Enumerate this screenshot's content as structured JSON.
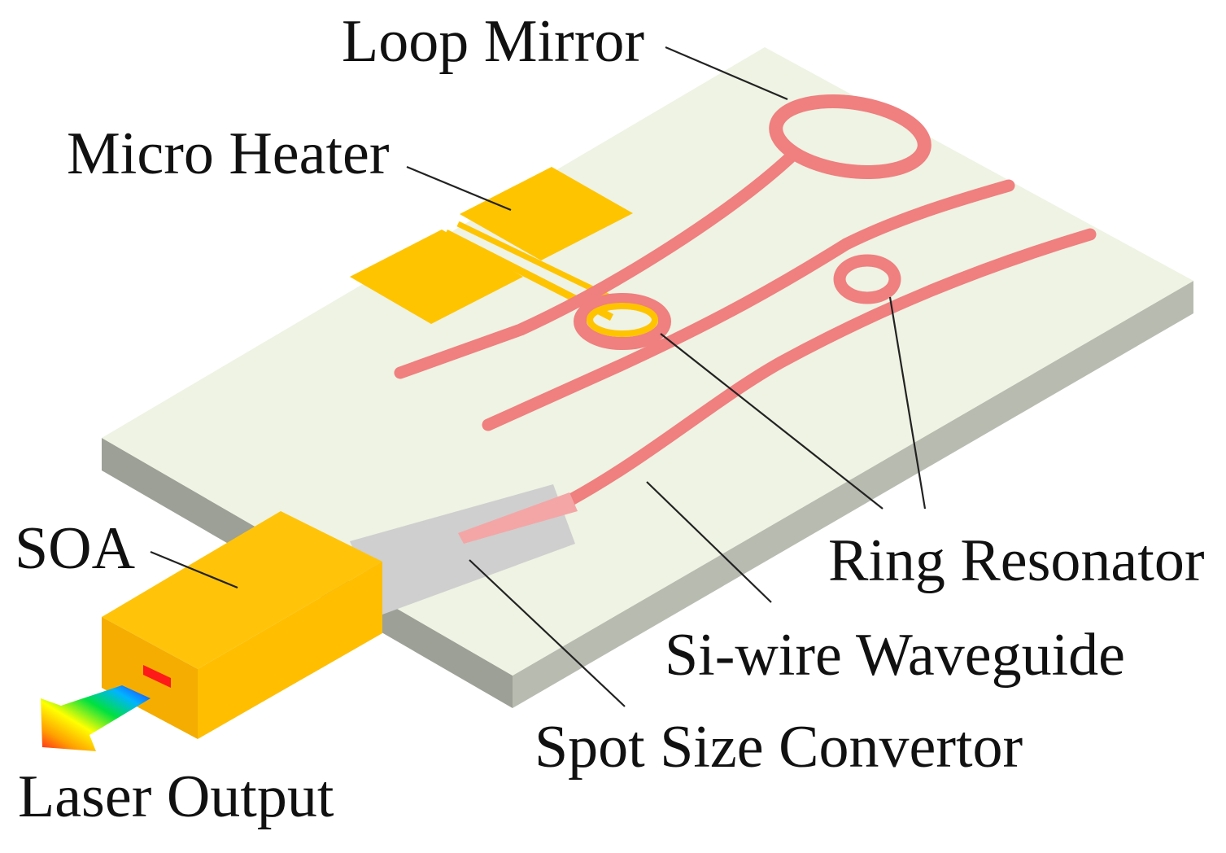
{
  "labels": {
    "loop_mirror": "Loop Mirror",
    "micro_heater": "Micro Heater",
    "soa": "SOA",
    "ring_resonator": "Ring Resonator",
    "si_wire_waveguide": "Si-wire Waveguide",
    "spot_size_convertor": "Spot Size Convertor",
    "laser_output": "Laser Output"
  },
  "colors": {
    "substrate_top": "#eef3e3",
    "substrate_side": "#9da096",
    "waveguide": "#f07f7f",
    "waveguide_edge": "#dc5a5a",
    "heater_gold": "#ffc400",
    "soa_front": "#f4ad00",
    "soa_top": "#ffc40a",
    "soa_side": "#ffbe00",
    "ssc_gray": "#cfcfcf",
    "emitter_red": "#ff1a1a",
    "text": "#111111"
  }
}
